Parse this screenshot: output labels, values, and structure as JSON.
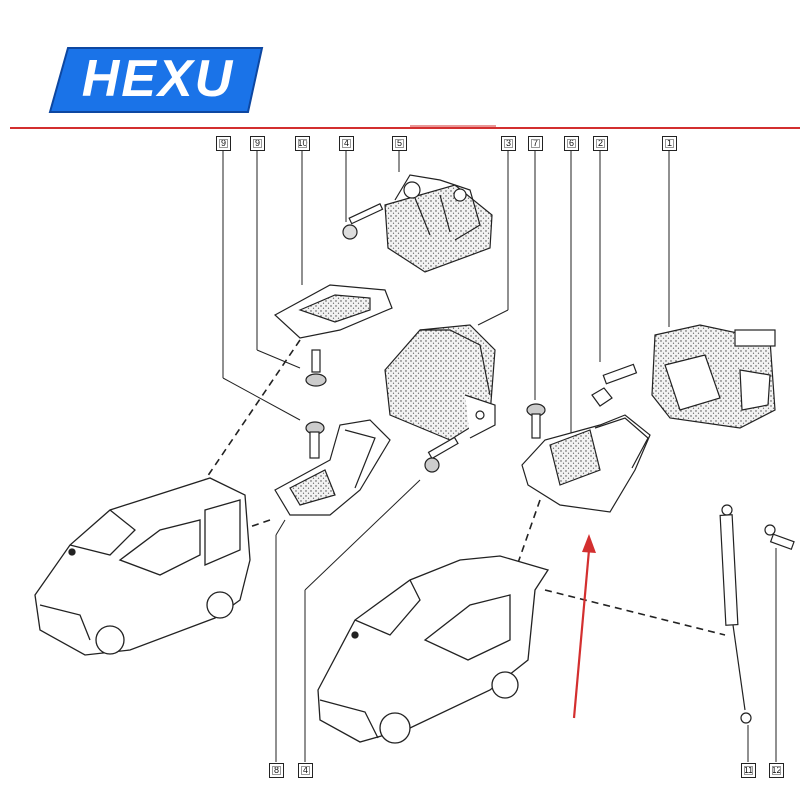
{
  "logo": {
    "text": "HEXU",
    "brand_color": "#1a73e8",
    "text_color": "#ffffff"
  },
  "accent": {
    "header_rule_color": "#d32f2f",
    "arrow_color": "#d32f2f"
  },
  "callouts_top": [
    "9",
    "9",
    "10",
    "4",
    "5",
    "3",
    "7",
    "6",
    "2",
    "1"
  ],
  "callouts_bottom": [
    "8",
    "4",
    "11",
    "12"
  ]
}
